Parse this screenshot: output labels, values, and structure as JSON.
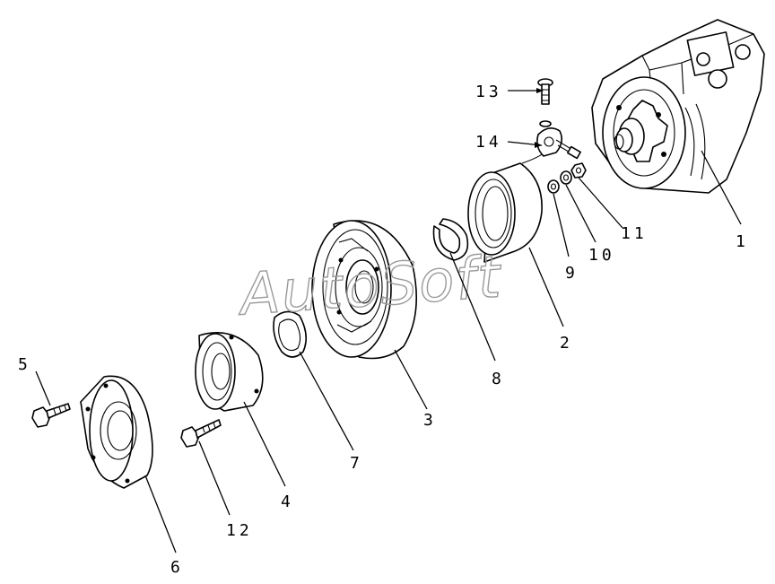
{
  "watermark": "AutoSoft",
  "callouts": [
    {
      "id": "1",
      "text": "1"
    },
    {
      "id": "2",
      "text": "2"
    },
    {
      "id": "3",
      "text": "3"
    },
    {
      "id": "4",
      "text": "4"
    },
    {
      "id": "5",
      "text": "5"
    },
    {
      "id": "6",
      "text": "6"
    },
    {
      "id": "7",
      "text": "7"
    },
    {
      "id": "8",
      "text": "8"
    },
    {
      "id": "9",
      "text": "9"
    },
    {
      "id": "10",
      "text": "10"
    },
    {
      "id": "11",
      "text": "11"
    },
    {
      "id": "12",
      "text": "12"
    },
    {
      "id": "13",
      "text": "13"
    },
    {
      "id": "14",
      "text": "14"
    }
  ]
}
